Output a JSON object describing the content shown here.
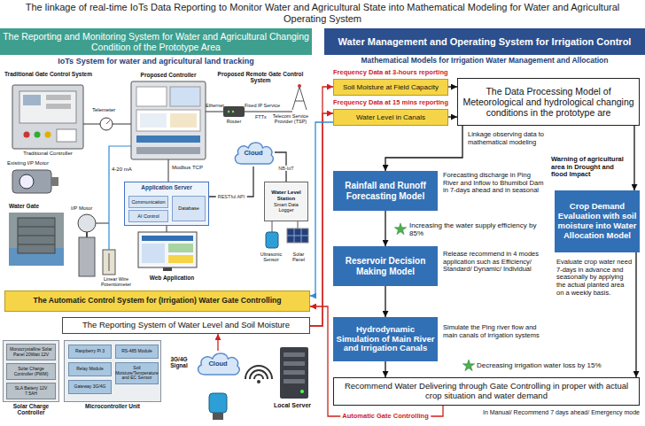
{
  "diagram": {
    "title": "The linkage of real-time IoTs Data Reporting to Monitor Water and Agricultural State into Mathematical Modeling for Water and Agricultural Operating System",
    "nodes": [
      {
        "text": [
          "The Reporting and Monitoring System for Water and Agricultural Changing Condition of the Prototype Area"
        ]
      },
      {
        "text": [
          "Water Management and Operating System for Irrigation Control"
        ]
      },
      {
        "text": [
          "Application Server"
        ]
      },
      {
        "text": [
          "Communication"
        ],
        "in": 2
      },
      {
        "text": [
          "AI Control"
        ],
        "in": 2
      },
      {
        "text": [
          "Database"
        ],
        "in": 2
      },
      {
        "text": [
          "Cloud"
        ]
      },
      {
        "text": [
          "Water Level Station",
          "Smart Data Logger"
        ]
      },
      {
        "text": [
          "The Automatic Control System for (Irrigation) Water Gate Controlling"
        ]
      },
      {
        "text": [
          "The Reporting System of  Water Level and Soil Moisture"
        ]
      },
      {
        "text": [
          "Solar Charge Controller"
        ]
      },
      {
        "text": [
          "Monocrystalline Solar Panel 20Watt 12V"
        ],
        "in": 10
      },
      {
        "text": [
          "Solar Charge Controller (PWM)"
        ],
        "in": 10
      },
      {
        "text": [
          "SLA Battery 12V 7.5AH"
        ],
        "in": 10
      },
      {
        "text": [
          "Microcontroller Unit"
        ]
      },
      {
        "text": [
          "Raspberry Pi 3"
        ],
        "in": 14
      },
      {
        "text": [
          "RS-485 Module"
        ],
        "in": 14
      },
      {
        "text": [
          "Relay Module"
        ],
        "in": 14
      },
      {
        "text": [
          "Soil Moisture/Temperature and EC Sensor"
        ],
        "in": 14
      },
      {
        "text": [
          "Gateway 3G/4G"
        ],
        "in": 14
      },
      {
        "text": [
          "Cloud"
        ]
      },
      {
        "text": [
          "Soil Moisture at Field Capacity"
        ]
      },
      {
        "text": [
          "Water Level in Canals"
        ]
      },
      {
        "text": [
          "The Data Processing Model of Meteorological and hydrological changing conditions in the prototype are"
        ]
      },
      {
        "text": [
          "Rainfall and Runoff Forecasting Model"
        ]
      },
      {
        "text": [
          "Crop Demand Evaluation with soil moisture into Water Allocation Model"
        ]
      },
      {
        "text": [
          "Reservoir Decision Making Model"
        ]
      },
      {
        "text": [
          "Hydrodynamic Simulation of Main River and Irrigation Canals"
        ]
      },
      {
        "text": [
          "Recommend Water Delivering through Gate Controlling in proper with actual crop situation and water demand"
        ]
      }
    ],
    "edges": [
      {
        "from": 2,
        "to": 6,
        "arrow": "none",
        "label": "RESTful API"
      },
      {
        "from": 6,
        "to": 7,
        "arrow": "none",
        "label": "NB-IoT"
      },
      {
        "from": 9,
        "to": 21,
        "arrow": "to"
      },
      {
        "from": 9,
        "to": 22,
        "arrow": "to"
      },
      {
        "from": 22,
        "to": 8,
        "arrow": "to"
      },
      {
        "from": 21,
        "to": 23,
        "arrow": "to"
      },
      {
        "from": 22,
        "to": 23,
        "arrow": "to"
      },
      {
        "from": 23,
        "to": 24,
        "arrow": "to"
      },
      {
        "from": 23,
        "to": 25,
        "arrow": "to"
      },
      {
        "from": 24,
        "to": 26,
        "arrow": "to"
      },
      {
        "from": 26,
        "to": 27,
        "arrow": "to"
      },
      {
        "from": 27,
        "to": 28,
        "arrow": "to"
      },
      {
        "from": 25,
        "to": 28,
        "arrow": "to"
      },
      {
        "from": 28,
        "to": 8,
        "arrow": "to",
        "label": "Automatic Gate Controlling"
      },
      {
        "from": 20,
        "to": 9,
        "arrow": "to"
      }
    ],
    "labels": [
      "IoTs System for water and agricultural land tracking",
      "Mathematical Models for Irrigation Water Management and Allocation",
      "Traditional Gate Control System",
      "Proposed Controller",
      "Proposed Remote Gate Control System",
      "Traditional Controller",
      "Telemeter",
      "Existing I/P Motor",
      "Water Gate",
      "I/P Motor",
      "Linear Wire Potentiometer",
      "4-20 mA",
      "Modbus TCP",
      "Ethernet",
      "Router",
      "Fixed IP Service",
      "FTTx",
      "Telecom Service Provider (TSP)",
      "Web Application",
      "Ultrasonic Sensor",
      "Solar Panel",
      "3G/4G Signal",
      "Local Server",
      "Frequency Data at 3-hours reporting",
      "Frequency Data at 15 mins reporting",
      "Linkage observing data to mathematical modeling",
      "Forecasting discharge in Ping River and Inflow to Bhumibol Dam in 7-days ahead and in seasonal",
      "Warning of agricultural area in Drought and flood Impact",
      "Increasing the water supply efficiency by 85%",
      "Release recommend in 4 modes application such as Efficiency/ Standard/ Dynamic/ Individual",
      "Evaluate crop water need 7-days in advance and seasonally by applying the actual planted area on a weekly basis.",
      "Simulate the Ping river flow and main canals of irrigation systems",
      "Decreasing irrigation water loss by 15%",
      "In Manual/ Recommend 7 days ahead/ Emergency mode"
    ]
  }
}
